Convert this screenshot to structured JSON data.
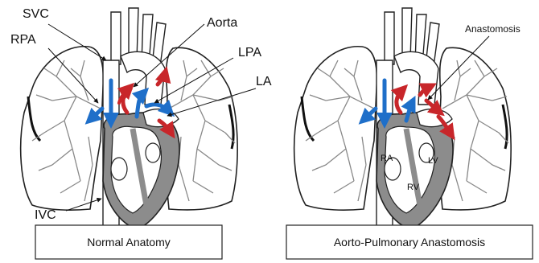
{
  "panels": [
    {
      "caption": "Normal Anatomy",
      "labels": {
        "svc": "SVC",
        "rpa": "RPA",
        "aorta": "Aorta",
        "lpa": "LPA",
        "la": "LA",
        "ivc": "IVC"
      }
    },
    {
      "caption": "Aorto-Pulmonary Anastomosis",
      "labels": {
        "anastomosis": "Anastomosis",
        "ra": "RA",
        "lv": "LV",
        "rv": "RV"
      }
    }
  ],
  "colors": {
    "deoxygenated_arrow": "#1f6fc9",
    "oxygenated_arrow": "#c8262a",
    "heart_wall": "#8c8c8c",
    "outline": "#222222"
  },
  "icons": [
    "lung-icon",
    "heart-icon",
    "flow-arrow-icon"
  ]
}
